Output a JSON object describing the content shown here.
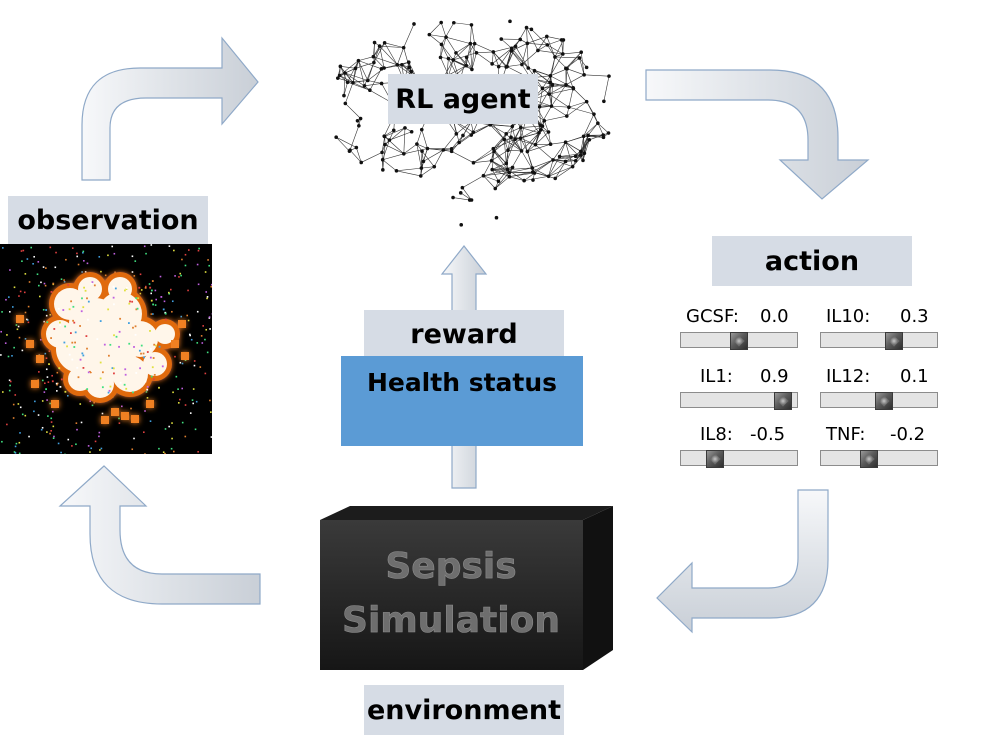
{
  "labels": {
    "agent": "RL agent",
    "observation": "observation",
    "action": "action",
    "reward": "reward",
    "health_status": "Health status",
    "environment": "environment",
    "simulation_line1": "Sepsis",
    "simulation_line2": "Simulation"
  },
  "sliders": [
    {
      "name": "GCSF:",
      "value": "0.0",
      "level": 0.0
    },
    {
      "name": "IL10:",
      "value": "0.3",
      "level": 0.3
    },
    {
      "name": "IL1:",
      "value": "0.9",
      "level": 0.9
    },
    {
      "name": "IL12:",
      "value": "0.1",
      "level": 0.1
    },
    {
      "name": "IL8:",
      "value": "-0.5",
      "level": -0.5
    },
    {
      "name": "TNF:",
      "value": "-0.2",
      "level": -0.2
    }
  ],
  "colors": {
    "label_bg": "#d6dce5",
    "health_bg": "#5b9bd5",
    "arrow_fill": "#e8ebef",
    "arrow_stroke": "#8fa9c8",
    "environment_box": "#262626"
  }
}
